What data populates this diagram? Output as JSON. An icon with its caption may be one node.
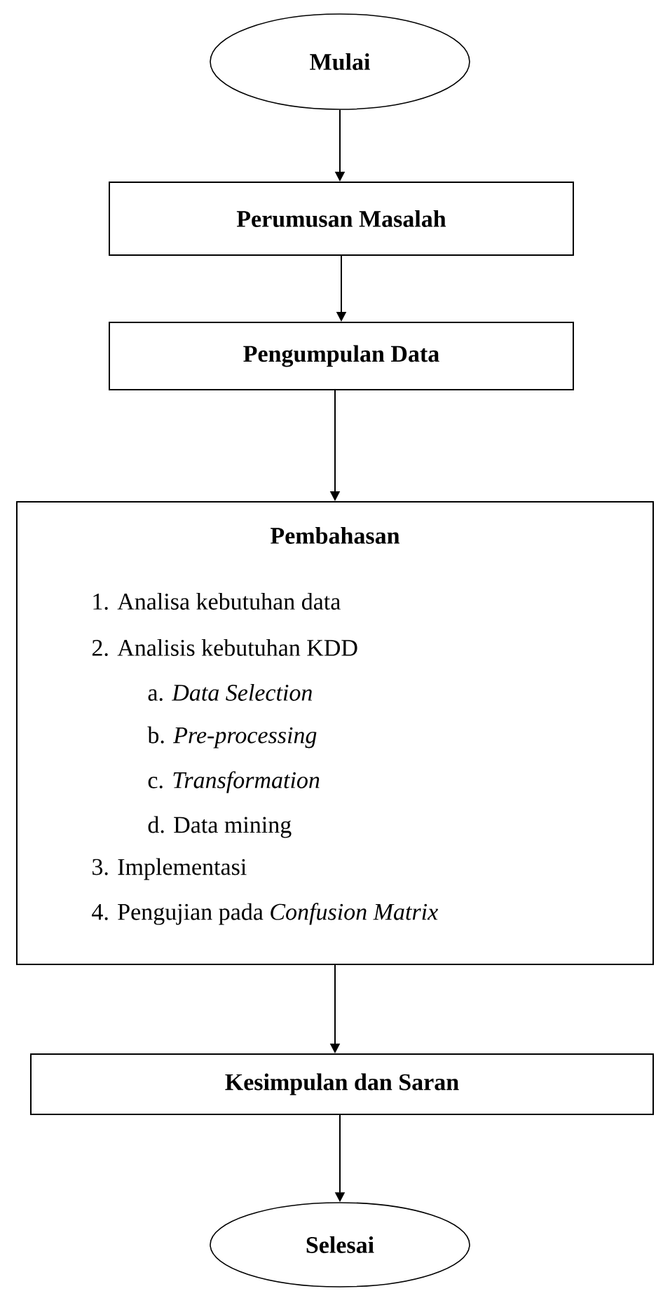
{
  "diagram": {
    "nodes": [
      {
        "text": [
          "Mulai"
        ]
      },
      {
        "text": [
          "Perumusan Masalah"
        ]
      },
      {
        "text": [
          "Pengumpulan Data"
        ]
      },
      {
        "text": [
          "Pembahasan",
          "1. Analisa kebutuhan data",
          "2. Analisis kebutuhan KDD",
          "a. *Data Selection*",
          "b. *Pre-processing*",
          "c. *Transformation*",
          "d. Data mining",
          "3. Implementasi",
          "4. Pengujian pada *Confusion Matrix*"
        ]
      },
      {
        "text": [
          "Kesimpulan dan Saran"
        ]
      },
      {
        "text": [
          "Selesai"
        ]
      }
    ],
    "edges": [
      {
        "from": 0,
        "to": 1,
        "arrow": "to"
      },
      {
        "from": 1,
        "to": 2,
        "arrow": "to"
      },
      {
        "from": 2,
        "to": 3,
        "arrow": "to"
      },
      {
        "from": 3,
        "to": 4,
        "arrow": "to"
      },
      {
        "from": 4,
        "to": 5,
        "arrow": "to"
      }
    ]
  }
}
